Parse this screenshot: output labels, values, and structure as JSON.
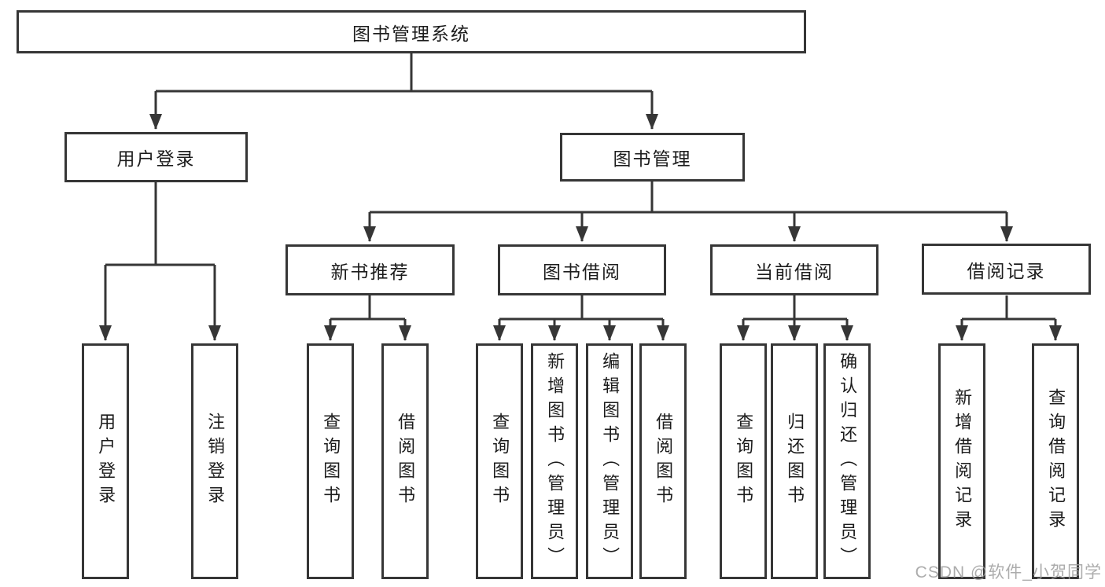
{
  "diagram": {
    "root_label": "图书管理系统",
    "user_login": {
      "label": "用户登录",
      "children": [
        "用户登录",
        "注销登录"
      ]
    },
    "book_management": {
      "label": "图书管理",
      "groups": {
        "new_book_recommend": {
          "label": "新书推荐",
          "children": [
            "查询图书",
            "借阅图书"
          ]
        },
        "book_borrowing": {
          "label": "图书借阅",
          "children": [
            "查询图书",
            "新增图书（管理员）",
            "编辑图书（管理员）",
            "借阅图书"
          ]
        },
        "current_borrowing": {
          "label": "当前借阅",
          "children": [
            "查询图书",
            "归还图书",
            "确认归还（管理员）"
          ]
        },
        "borrowing_records": {
          "label": "借阅记录",
          "children": [
            "新增借阅记录",
            "查询借阅记录"
          ]
        }
      }
    }
  },
  "colors": {
    "line": "#363636",
    "box_border": "#363636",
    "box_fill": "#ffffff",
    "text": "#1c1c1c",
    "watermark": "#9e9e9e",
    "background": "#ffffff"
  },
  "watermark_text": "CSDN @软件_小贺同学"
}
